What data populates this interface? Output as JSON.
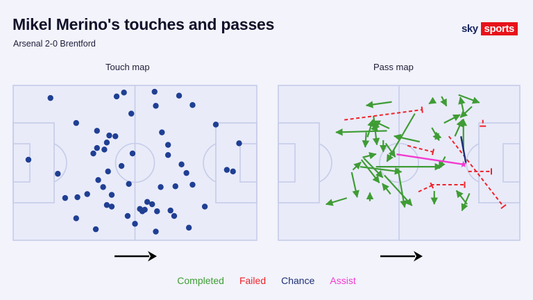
{
  "header": {
    "title": "Mikel Merino's touches and passes",
    "subtitle": "Arsenal 2-0 Brentford",
    "logo_sky": "sky",
    "logo_sports": "sports"
  },
  "maps": {
    "touch_caption": "Touch map",
    "pass_caption": "Pass map"
  },
  "legend": [
    {
      "label": "Completed",
      "color": "#3f9c35"
    },
    {
      "label": "Failed",
      "color": "#f0222a"
    },
    {
      "label": "Chance",
      "color": "#1d2f77"
    },
    {
      "label": "Assist",
      "color": "#f23ad0"
    }
  ],
  "colors": {
    "background": "#f2f3fb",
    "pitch_fill": "#e9ebf9",
    "pitch_line": "#c6cce8",
    "touch_dot": "#1f3f93",
    "completed": "#3f9c35",
    "failed": "#f0222a",
    "chance": "#1d2f77",
    "assist": "#f23ad0",
    "text": "#1d1d38",
    "arrow": "#000000"
  },
  "chart_data": {
    "type": "scatter",
    "title": "Mikel Merino's touches and passes",
    "subtitle": "Arsenal 2-0 Brentford",
    "pitch_coordinate_system": {
      "x": [
        0,
        100
      ],
      "y": [
        0,
        100
      ],
      "note": "x = 0 own goal-line, x = 100 opposition goal-line; y = 0 top touchline, y = 100 bottom touchline. Attacking direction left-to-right."
    },
    "touch_map": {
      "label": "Touch map",
      "marker": "filled-circle",
      "marker_color": "#1f3f93",
      "count": 57,
      "points": [
        [
          15.5,
          8.5
        ],
        [
          42.5,
          7.5
        ],
        [
          45.5,
          5.0
        ],
        [
          58.0,
          4.5
        ],
        [
          68.0,
          7.0
        ],
        [
          58.5,
          13.5
        ],
        [
          73.5,
          13.0
        ],
        [
          26.0,
          24.5
        ],
        [
          48.5,
          18.5
        ],
        [
          34.5,
          29.5
        ],
        [
          39.5,
          32.5
        ],
        [
          42.0,
          33.0
        ],
        [
          61.0,
          30.5
        ],
        [
          38.5,
          37.0
        ],
        [
          34.5,
          40.5
        ],
        [
          37.5,
          41.5
        ],
        [
          63.5,
          38.5
        ],
        [
          49.0,
          44.0
        ],
        [
          33.0,
          44.0
        ],
        [
          6.5,
          48.0
        ],
        [
          63.5,
          45.0
        ],
        [
          83.0,
          25.5
        ],
        [
          92.5,
          37.5
        ],
        [
          44.5,
          52.0
        ],
        [
          39.0,
          55.5
        ],
        [
          69.0,
          51.0
        ],
        [
          71.0,
          56.5
        ],
        [
          87.5,
          54.5
        ],
        [
          90.0,
          55.5
        ],
        [
          18.5,
          57.0
        ],
        [
          35.0,
          61.0
        ],
        [
          37.0,
          65.5
        ],
        [
          47.5,
          63.5
        ],
        [
          60.5,
          65.5
        ],
        [
          66.5,
          65.0
        ],
        [
          73.5,
          64.0
        ],
        [
          40.5,
          70.5
        ],
        [
          26.5,
          72.0
        ],
        [
          30.5,
          70.0
        ],
        [
          38.5,
          77.0
        ],
        [
          40.5,
          78.0
        ],
        [
          57.0,
          76.5
        ],
        [
          52.0,
          79.5
        ],
        [
          53.0,
          81.0
        ],
        [
          54.0,
          80.0
        ],
        [
          59.0,
          81.0
        ],
        [
          64.5,
          80.5
        ],
        [
          26.0,
          85.5
        ],
        [
          34.0,
          92.5
        ],
        [
          50.0,
          89.0
        ],
        [
          58.5,
          94.0
        ],
        [
          72.0,
          91.5
        ],
        [
          66.0,
          84.0
        ],
        [
          21.5,
          72.5
        ],
        [
          55.0,
          75.0
        ],
        [
          47.0,
          84.0
        ],
        [
          78.5,
          78.0
        ]
      ]
    },
    "pass_map": {
      "label": "Pass map",
      "arrow_note": "each arrow runs from pass origin to pass end; solid = completed, dashed with T-bar end = failed",
      "series": [
        {
          "name": "Completed",
          "color": "#3f9c35",
          "style": "solid-arrow",
          "count": 38,
          "passes": [
            [
              47.0,
              11.0,
              35.5,
              13.5
            ],
            [
              64.5,
              10.0,
              61.5,
              13.0
            ],
            [
              67.5,
              7.5,
              70.0,
              15.0
            ],
            [
              76.5,
              17.0,
              75.0,
              6.5
            ],
            [
              74.5,
              6.5,
              84.0,
              12.0
            ],
            [
              80.0,
              14.0,
              74.5,
              22.0
            ],
            [
              37.0,
              33.5,
              39.5,
              21.0
            ],
            [
              46.0,
              28.0,
              38.5,
              22.5
            ],
            [
              39.5,
              20.0,
              41.0,
              40.0
            ],
            [
              41.5,
              24.5,
              38.5,
              30.0
            ],
            [
              38.0,
              24.5,
              42.0,
              31.0
            ],
            [
              45.0,
              29.5,
              23.0,
              30.5
            ],
            [
              36.5,
              30.5,
              36.0,
              41.5
            ],
            [
              68.5,
              24.5,
              76.0,
              18.5
            ],
            [
              73.0,
              33.0,
              76.5,
              21.0
            ],
            [
              76.5,
              42.5,
              76.5,
              20.5
            ],
            [
              56.5,
              18.5,
              44.5,
              50.5
            ],
            [
              63.5,
              27.5,
              67.0,
              37.0
            ],
            [
              66.0,
              34.0,
              65.0,
              29.0
            ],
            [
              43.5,
              35.5,
              43.5,
              44.5
            ],
            [
              44.5,
              37.5,
              49.0,
              47.5
            ],
            [
              58.5,
              36.5,
              47.0,
              32.5
            ],
            [
              35.0,
              46.5,
              41.5,
              44.0
            ],
            [
              35.5,
              47.0,
              44.0,
              60.5
            ],
            [
              34.5,
              48.0,
              42.5,
              64.0
            ],
            [
              40.5,
              52.5,
              68.5,
              52.5
            ],
            [
              34.0,
              52.5,
              52.0,
              56.0
            ],
            [
              31.0,
              54.5,
              35.0,
              48.5
            ],
            [
              30.5,
              56.0,
              33.0,
              73.5
            ],
            [
              49.5,
              53.5,
              52.5,
              80.0
            ],
            [
              44.0,
              58.0,
              56.0,
              78.5
            ],
            [
              69.0,
              46.0,
              66.0,
              55.0
            ],
            [
              64.5,
              68.0,
              64.5,
              78.0
            ],
            [
              78.0,
              76.5,
              73.0,
              66.5
            ],
            [
              79.0,
              69.5,
              75.5,
              82.0
            ],
            [
              28.5,
              72.5,
              19.0,
              77.0
            ],
            [
              38.0,
              74.5,
              38.0,
              67.5
            ],
            [
              46.5,
              70.0,
              42.5,
              62.0
            ]
          ]
        },
        {
          "name": "Failed",
          "color": "#f0222a",
          "style": "dashed-blocked",
          "count": 7,
          "passes": [
            [
              27.5,
              22.5,
              59.5,
              16.0
            ],
            [
              53.5,
              39.0,
              64.0,
              43.0
            ],
            [
              84.5,
              22.5,
              84.5,
              26.5
            ],
            [
              78.5,
              55.5,
              88.0,
              55.5
            ],
            [
              58.0,
              68.5,
              63.5,
              64.5
            ],
            [
              63.0,
              64.0,
              77.0,
              64.0
            ],
            [
              70.5,
              33.0,
              93.0,
              78.0
            ]
          ]
        },
        {
          "name": "Chance",
          "color": "#1d2f77",
          "style": "solid-line",
          "count": 1,
          "passes": [
            [
              75.5,
              33.0,
              77.5,
              50.0
            ]
          ]
        },
        {
          "name": "Assist",
          "color": "#f23ad0",
          "style": "solid-line-star",
          "count": 1,
          "passes": [
            [
              49.0,
              44.5,
              76.5,
              51.0
            ]
          ]
        }
      ]
    }
  }
}
